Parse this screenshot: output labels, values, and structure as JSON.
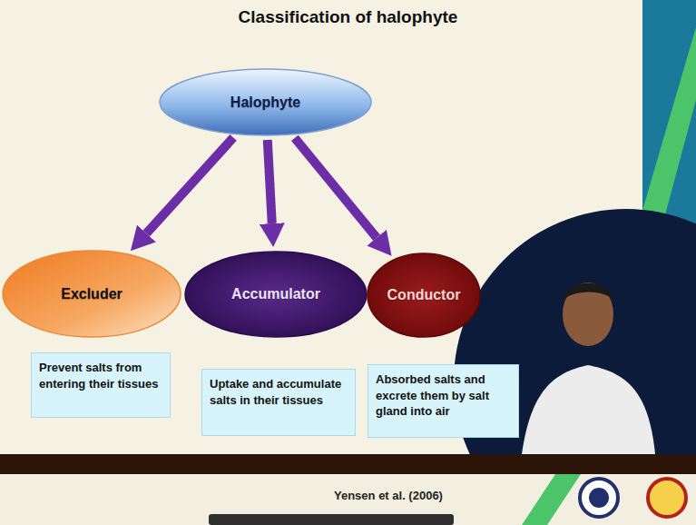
{
  "diagram": {
    "title": "Classification of halophyte",
    "nodes": [
      {
        "text": [
          "Halophyte"
        ]
      },
      {
        "text": [
          "Excluder"
        ]
      },
      {
        "text": [
          "Accumulator"
        ]
      },
      {
        "text": [
          "Conductor"
        ]
      },
      {
        "text": [
          "Prevent salts from entering their tissues"
        ]
      },
      {
        "text": [
          "Uptake and accumulate salts in their tissues"
        ]
      },
      {
        "text": [
          "Absorbed salts and excrete them by salt gland into air"
        ]
      }
    ],
    "edges": [
      {
        "from": 0,
        "to": 1,
        "arrow": "to"
      },
      {
        "from": 0,
        "to": 2,
        "arrow": "to"
      },
      {
        "from": 0,
        "to": 3,
        "arrow": "to"
      }
    ],
    "labels": [
      "Yensen et al. (2006)"
    ]
  }
}
